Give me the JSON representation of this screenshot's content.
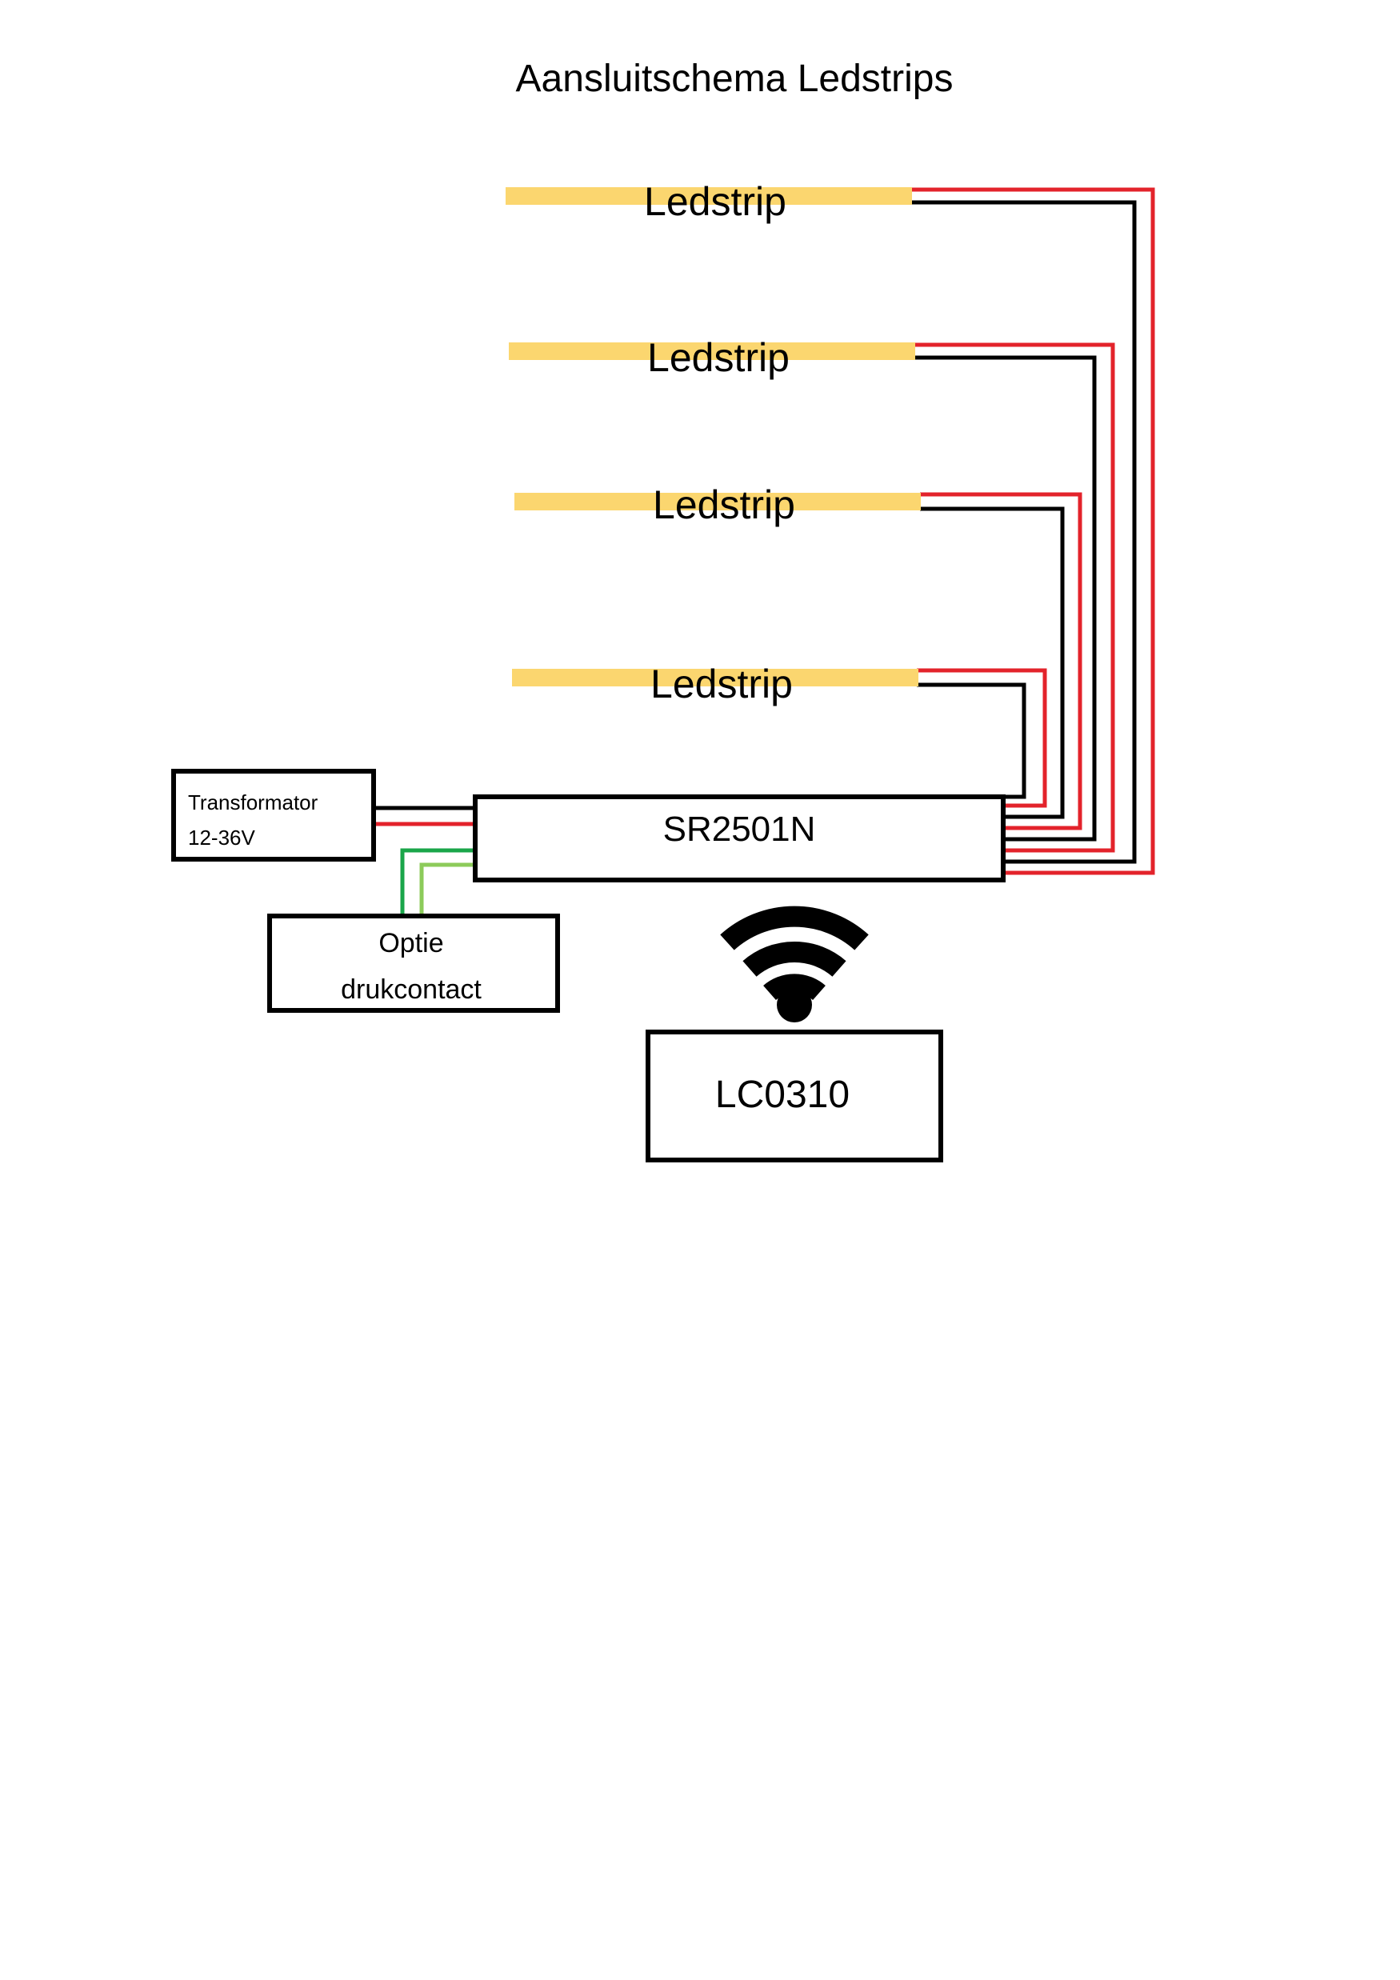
{
  "title": "Aansluitschema Ledstrips",
  "ledstrips": [
    {
      "label": "Ledstrip"
    },
    {
      "label": "Ledstrip"
    },
    {
      "label": "Ledstrip"
    },
    {
      "label": "Ledstrip"
    }
  ],
  "transformer": {
    "line1": "Transformator",
    "line2": "12-36V"
  },
  "controller": {
    "label": "SR2501N"
  },
  "push_button": {
    "line1": "Optie",
    "line2": "drukcontact"
  },
  "remote": {
    "label": "LC0310",
    "icon": "wifi-icon"
  },
  "colors": {
    "ledstrip": "#FBD66F",
    "wire_positive": "#E3232B",
    "wire_negative": "#000000",
    "wire_green_dark": "#1AA64A",
    "wire_green_light": "#8CCB5A"
  }
}
